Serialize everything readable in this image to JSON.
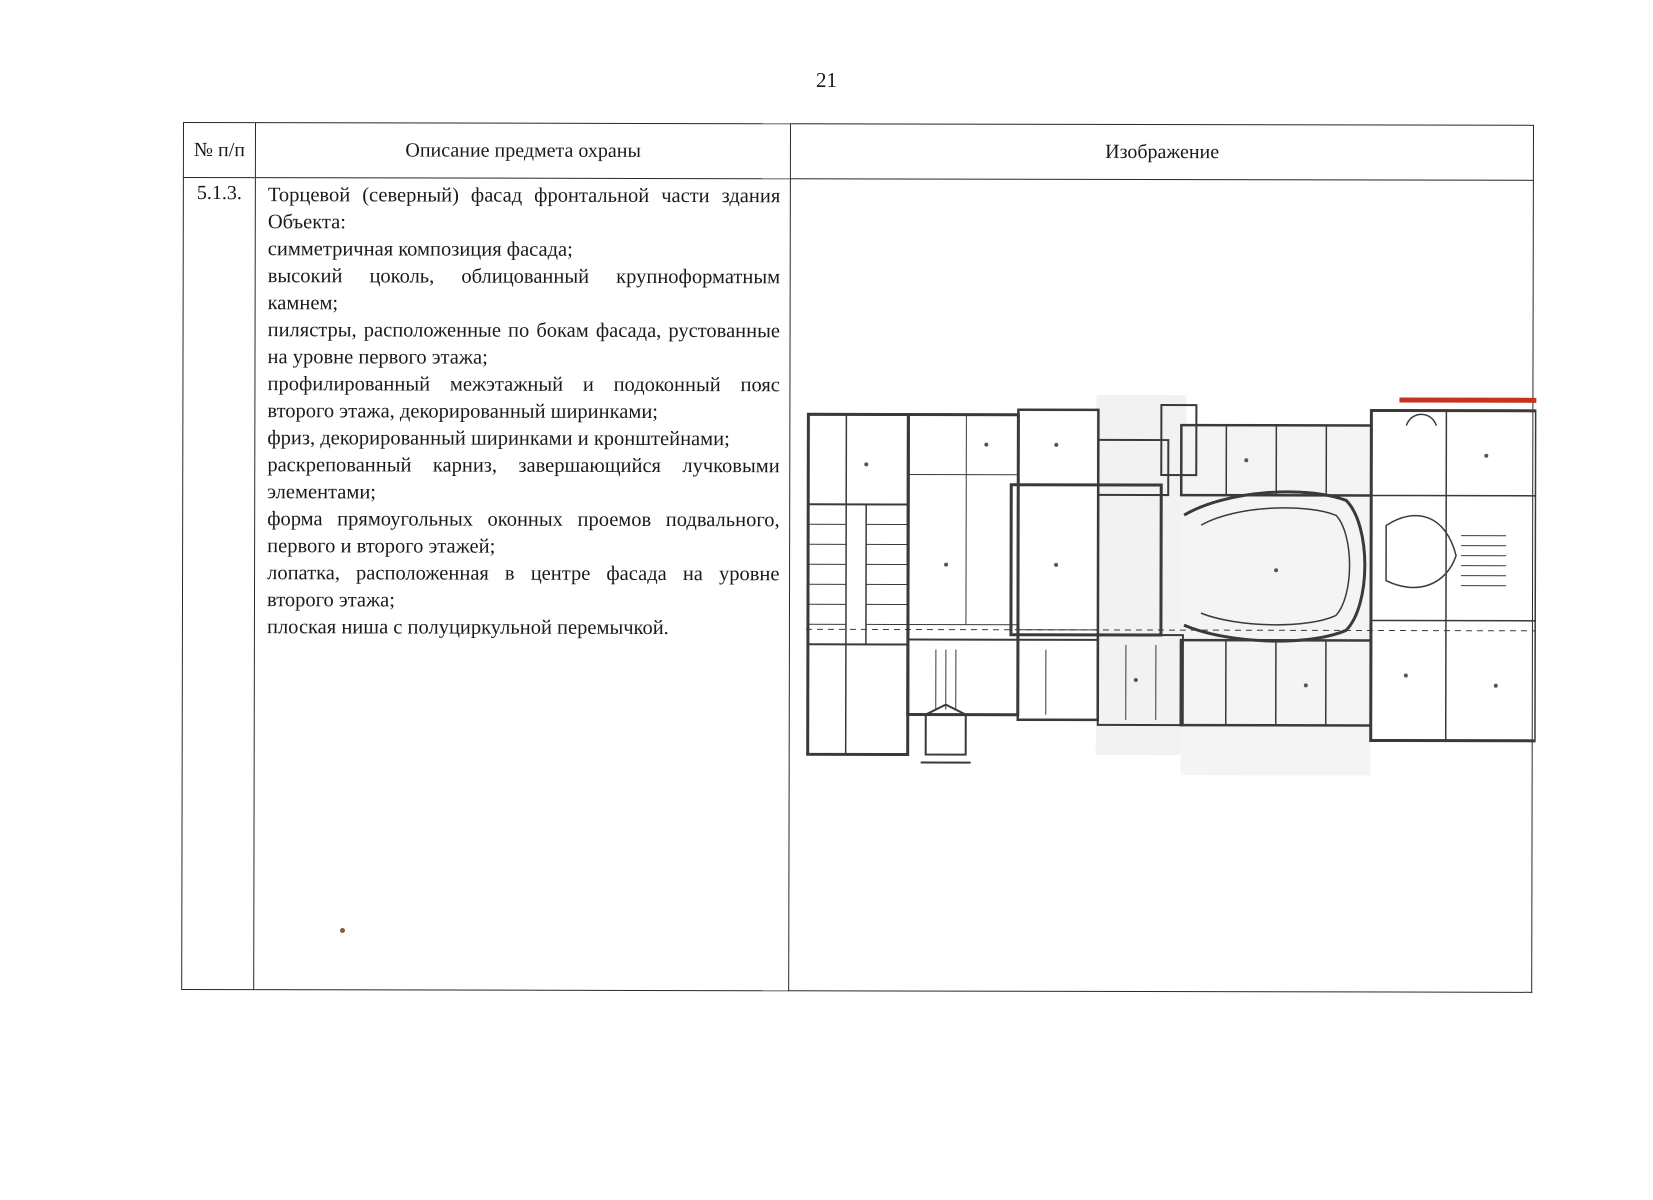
{
  "page": {
    "number": "21"
  },
  "table": {
    "headers": {
      "number": "№ п/п",
      "description": "Описание предмета охраны",
      "image": "Изображение"
    },
    "rows": [
      {
        "number": "5.1.3.",
        "description": [
          "Торцевой (северный) фасад фронтальной части здания Объекта:",
          "симметричная композиция фасада;",
          "высокий цоколь, облицованный крупноформатным камнем;",
          "пилястры, расположенные по бокам фасада, рустованные на уровне первого этажа;",
          "профилированный межэтажный и подоконный пояс второго этажа, декорированный ширинками;",
          "фриз, декорированный ширинками и кронштейнами;",
          "раскрепованный карниз, завершающийся лучковыми элементами;",
          "форма прямоугольных оконных проемов подвального, первого и второго этажей;",
          "лопатка, расположенная в центре фасада на уровне второго этажа;",
          "плоская ниша с полуциркульной перемычкой."
        ]
      }
    ]
  },
  "colors": {
    "ink": "#2a2a2a",
    "highlight": "#c8321e",
    "paper": "#ffffff"
  }
}
